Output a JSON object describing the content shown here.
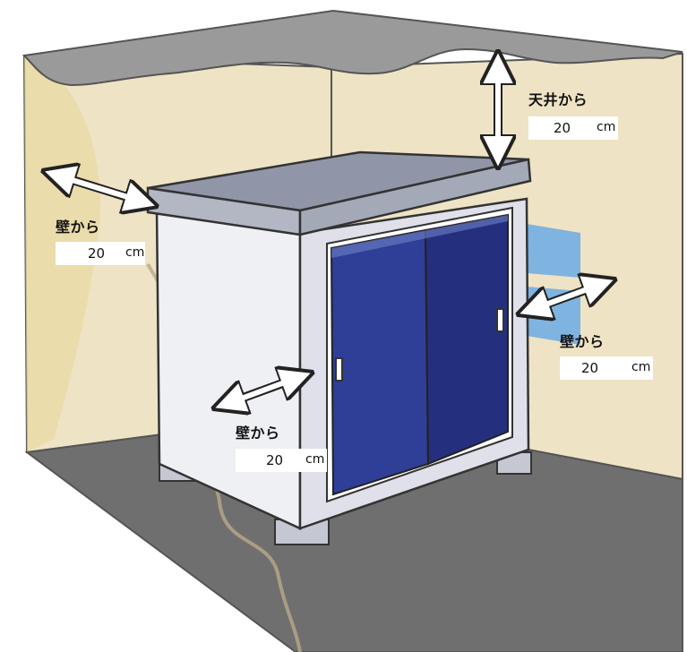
{
  "labels": {
    "ceiling": {
      "title": "天井から",
      "value": "20",
      "unit": "cm"
    },
    "wall_left": {
      "title": "壁から",
      "value": "20",
      "unit": "cm"
    },
    "wall_right": {
      "title": "壁から",
      "value": "20",
      "unit": "cm"
    },
    "wall_front": {
      "title": "壁から",
      "value": "20",
      "unit": "cm"
    }
  },
  "colors": {
    "ceiling": "#9a9a9a",
    "wall": "#efe3c5",
    "floor": "#6f6f6f",
    "cabinet_body": "#dfe0ea",
    "cabinet_roof": "#9096a8",
    "door": "#2f3f97",
    "vent": "#7fb3e0"
  }
}
